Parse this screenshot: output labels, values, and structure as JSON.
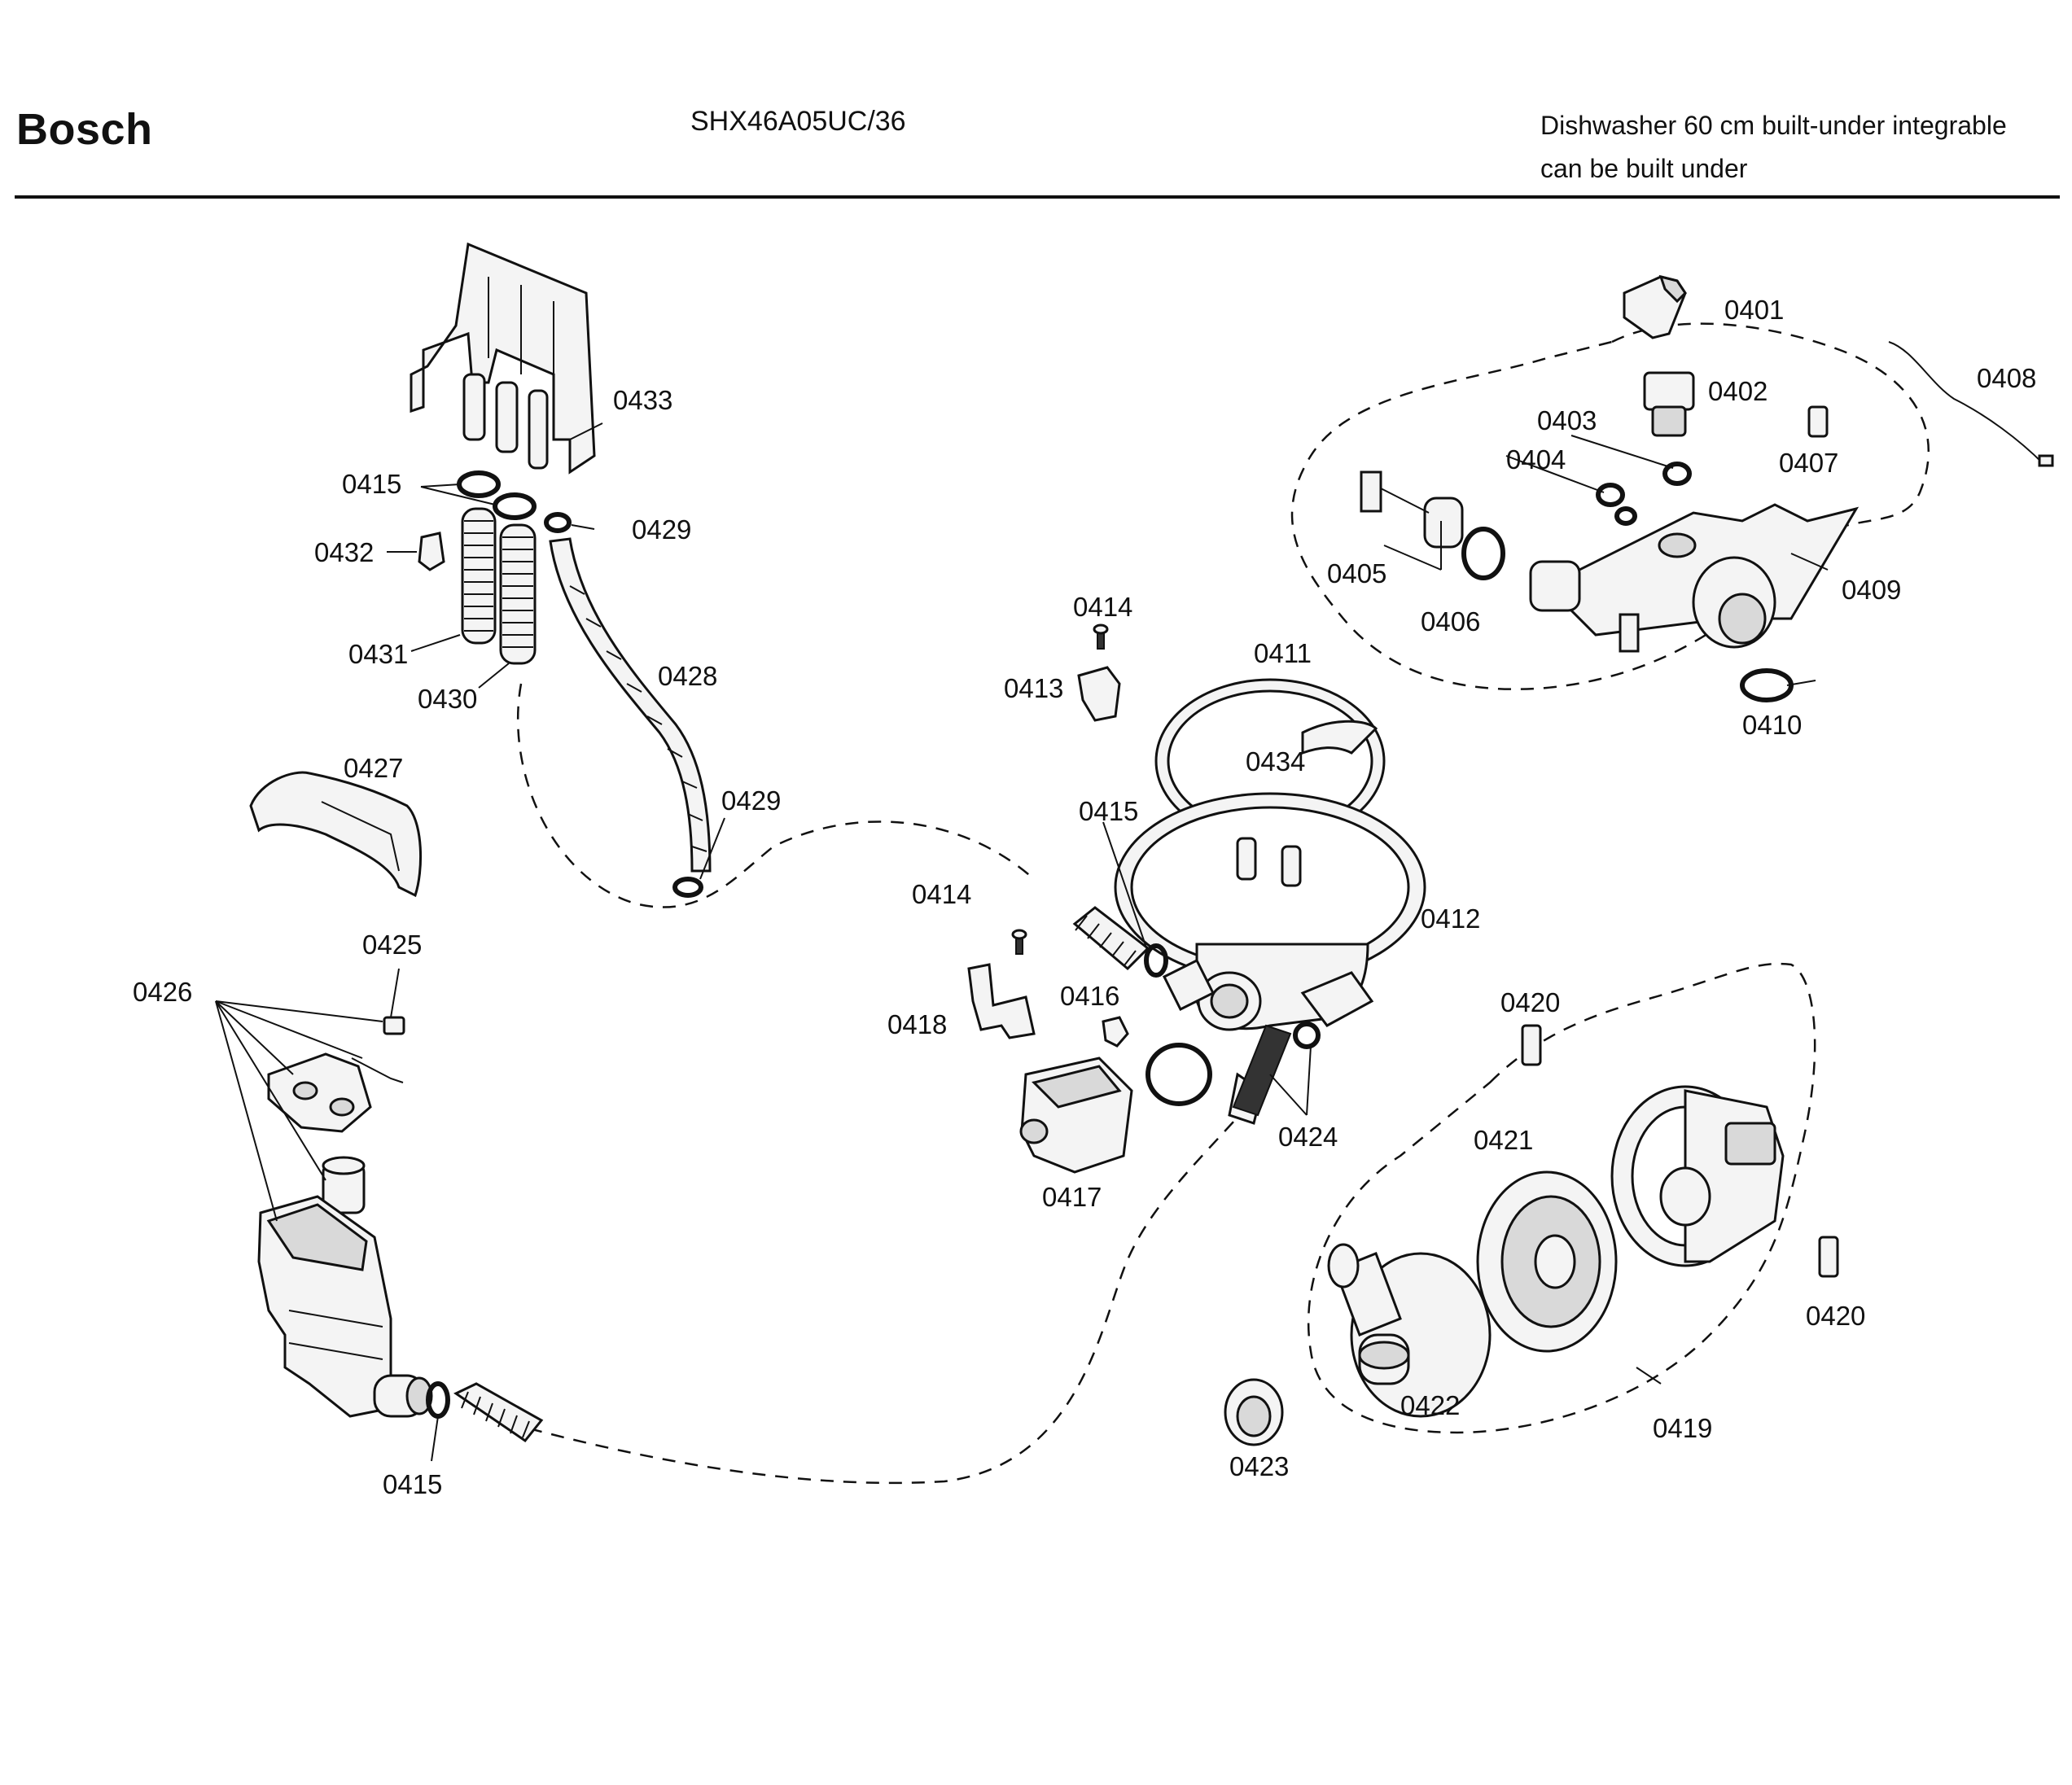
{
  "header": {
    "brand": "Bosch",
    "model": "SHX46A05UC/36",
    "description_line1": "Dishwasher 60 cm built-under integrable",
    "description_line2": "can be built under"
  },
  "part_numbers": {
    "p0401": "0401",
    "p0402": "0402",
    "p0403": "0403",
    "p0404": "0404",
    "p0405": "0405",
    "p0406": "0406",
    "p0407": "0407",
    "p0408": "0408",
    "p0409": "0409",
    "p0410": "0410",
    "p0411": "0411",
    "p0412": "0412",
    "p0413": "0413",
    "p0414": "0414",
    "p0415": "0415",
    "p0416": "0416",
    "p0417": "0417",
    "p0418": "0418",
    "p0419": "0419",
    "p0420": "0420",
    "p0421": "0421",
    "p0422": "0422",
    "p0423": "0423",
    "p0424": "0424",
    "p0425": "0425",
    "p0426": "0426",
    "p0427": "0427",
    "p0428": "0428",
    "p0429": "0429",
    "p0430": "0430",
    "p0431": "0431",
    "p0432": "0432",
    "p0433": "0433",
    "p0434": "0434"
  }
}
